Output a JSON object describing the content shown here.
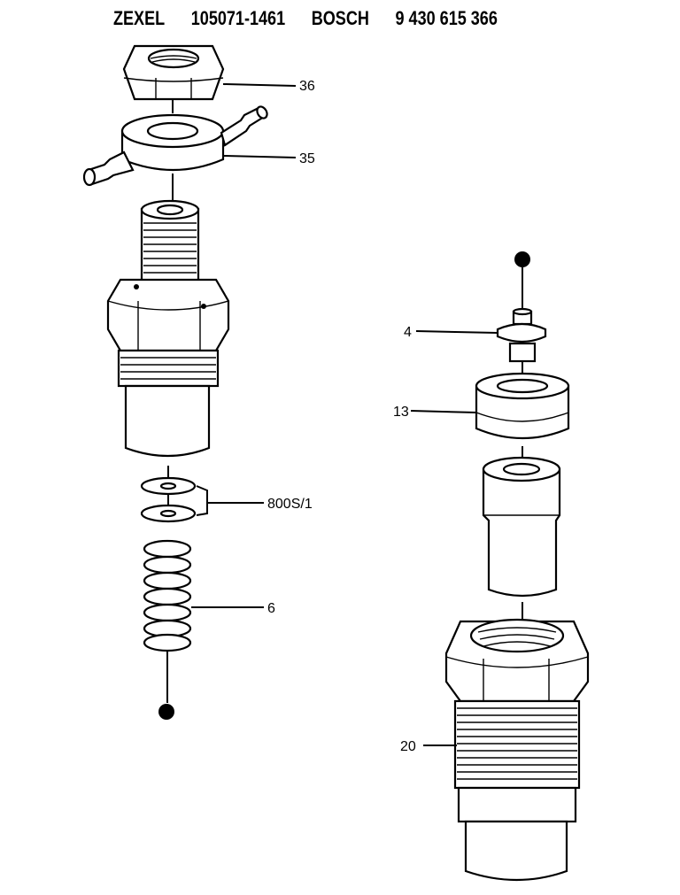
{
  "header": {
    "brand1": "ZEXEL",
    "part1": "105071-1461",
    "brand2": "BOSCH",
    "part2": "9 430 615 366"
  },
  "callouts": {
    "c36": "36",
    "c35": "35",
    "c800": "800S/1",
    "c6": "6",
    "c4": "4",
    "c13": "13",
    "c20": "20"
  }
}
